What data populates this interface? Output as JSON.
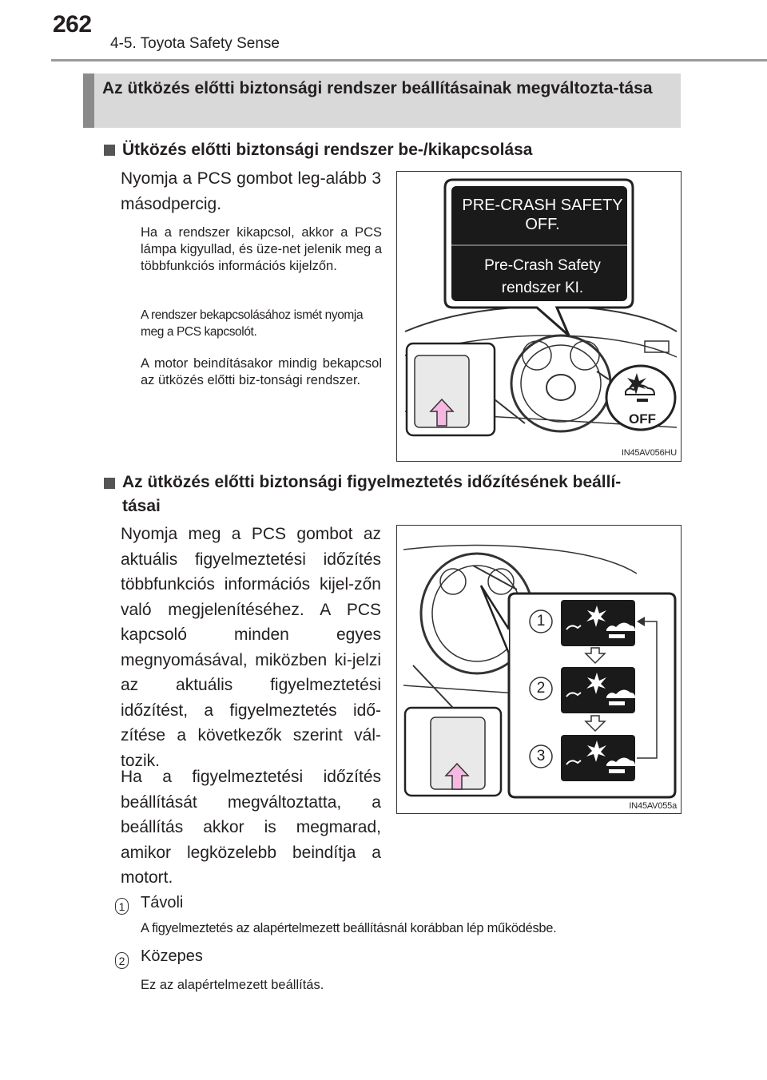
{
  "header": {
    "page_number": "262",
    "section": "4-5. Toyota Safety Sense"
  },
  "title": "Az ütközés előtti biztonsági rendszer beállításainak megváltozta-tása",
  "sec1": {
    "heading": "Ütközés előtti biztonsági rendszer be-/kikapcsolása",
    "instruction": "Nyomja a PCS gombot leg-alább 3 másodpercig.",
    "note1": "Ha a rendszer kikapcsol, akkor a PCS lámpa kigyullad, és üze-net jelenik meg a többfunkciós információs kijelzőn.",
    "note2": "A rendszer bekapcsolásához ismét nyomja meg a PCS kapcsolót.",
    "note3": "A motor beindításakor mindig bekapcsol az ütközés előtti biz-tonsági rendszer.",
    "figure": {
      "code": "IN45AV056HU",
      "msg_en_1": "PRE-CRASH SAFETY",
      "msg_en_2": "OFF.",
      "msg_hu_1": "Pre-Crash Safety",
      "msg_hu_2": "rendszer KI.",
      "off_label": "OFF"
    }
  },
  "sec2": {
    "heading_1": "Az ütközés előtti biztonsági figyelmeztetés időzítésének beállí-",
    "heading_2": "tásai",
    "para1": "Nyomja meg a PCS gombot az aktuális figyelmeztetési időzítés többfunkciós információs kijel-zőn való megjelenítéséhez. A PCS kapcsoló minden egyes megnyomásával, miközben ki-jelzi az aktuális figyelmeztetési időzítést, a figyelmeztetés idő-zítése a következők szerint vál-tozik.",
    "para2": "Ha a figyelmeztetési időzítés beállítását megváltoztatta, a beállítás akkor is megmarad, amikor legközelebb beindítja a motort.",
    "figure": {
      "code": "IN45AV055a",
      "n1": "1",
      "n2": "2",
      "n3": "3"
    }
  },
  "options": [
    {
      "num": "1",
      "label": "Távoli",
      "desc": "A figyelmeztetés az alapértelmezett beállításnál korábban lép működésbe."
    },
    {
      "num": "2",
      "label": "Közepes",
      "desc": "Ez az alapértelmezett beállítás."
    }
  ],
  "colors": {
    "title_bg": "#d9d9d9",
    "title_bar": "#8a8a8a",
    "arrow_pink": "#f6b8e0",
    "screen": "#1a1a1a"
  }
}
